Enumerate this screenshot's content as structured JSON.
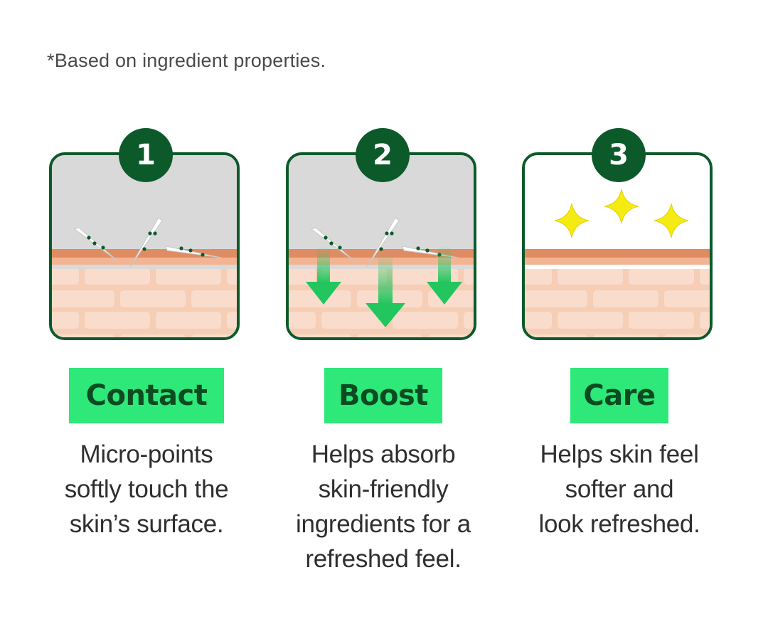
{
  "footnote": "*Based on ingredient properties.",
  "colors": {
    "badge": "#0c5a2a",
    "label_bg": "#2ee879",
    "label_text": "#0c4a22",
    "arrow": "#22c55e",
    "sparkle": "#f5ea12",
    "skin": "#f6cdb5",
    "skin_top": "#df8c63"
  },
  "steps": [
    {
      "number": "1",
      "title": "Contact",
      "icon": "micro-points-touch-icon",
      "description": [
        "Micro-points",
        "softly touch the",
        "skin’s surface."
      ]
    },
    {
      "number": "2",
      "title": "Boost",
      "icon": "absorb-arrows-icon",
      "description": [
        "Helps absorb",
        "skin-friendly",
        "ingredients for a",
        "refreshed feel."
      ]
    },
    {
      "number": "3",
      "title": "Care",
      "icon": "sparkle-skin-icon",
      "description": [
        "Helps skin feel",
        "softer and",
        "look refreshed."
      ]
    }
  ]
}
